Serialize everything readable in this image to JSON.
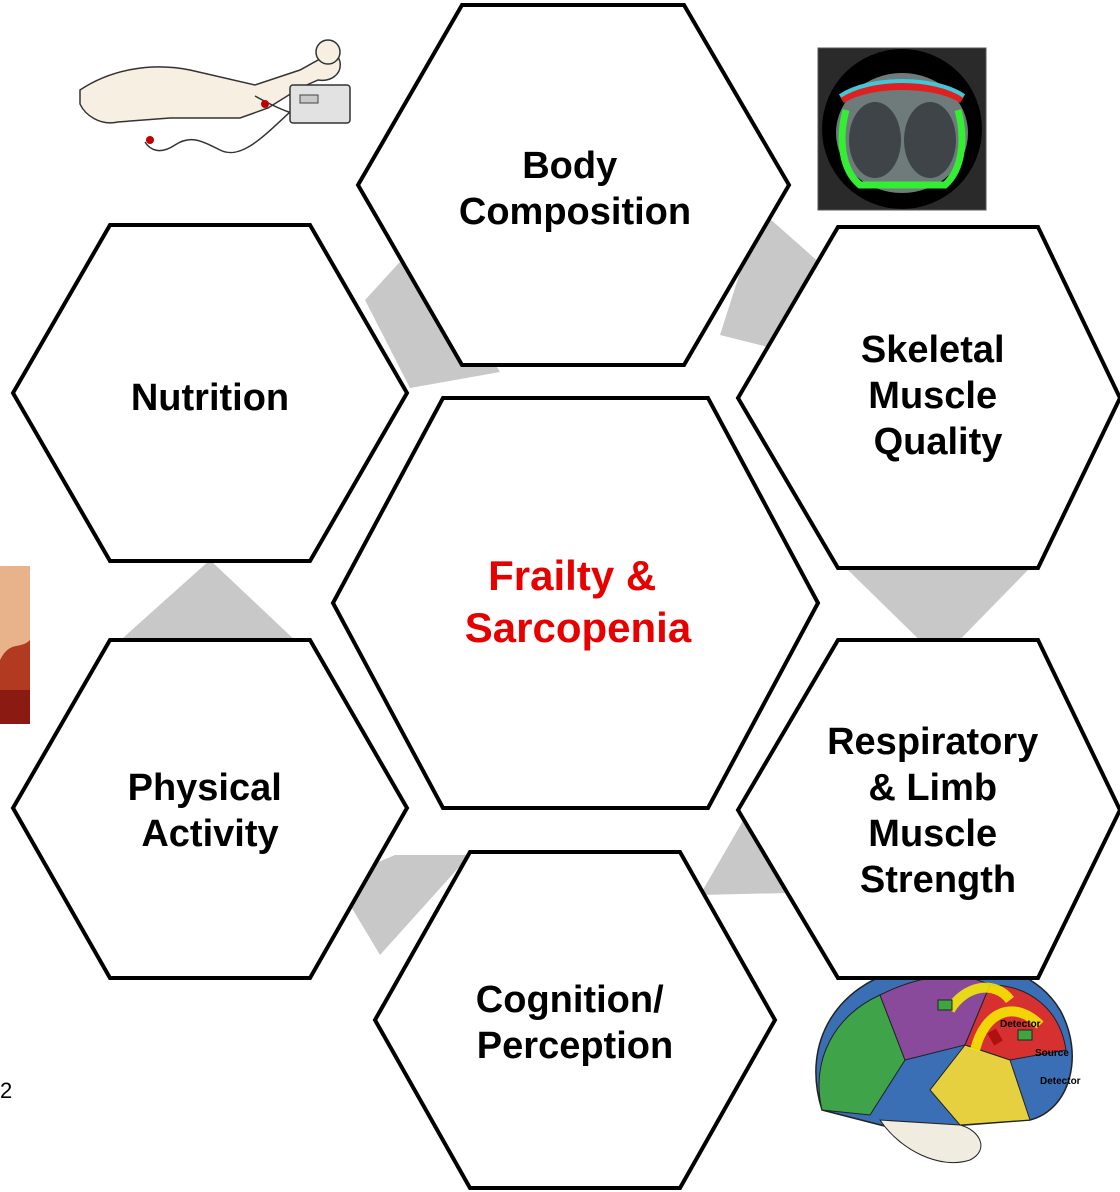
{
  "diagram": {
    "center": {
      "lines": [
        "Frailty &",
        "Sarcopenia"
      ],
      "color": "#e60000"
    },
    "nodes": [
      {
        "id": "body-composition",
        "lines": [
          "Body",
          "Composition"
        ]
      },
      {
        "id": "skeletal-muscle-quality",
        "lines": [
          "Skeletal",
          "Muscle",
          "Quality"
        ]
      },
      {
        "id": "respiratory-limb-muscle-strength",
        "lines": [
          "Respiratory",
          "& Limb",
          "Muscle",
          "Strength"
        ]
      },
      {
        "id": "cognition-perception",
        "lines": [
          "Cognition/",
          "Perception"
        ]
      },
      {
        "id": "physical-activity",
        "lines": [
          "Physical",
          "Activity"
        ]
      },
      {
        "id": "nutrition",
        "lines": [
          "Nutrition"
        ]
      }
    ],
    "connector_color": "#c8c8c8",
    "page_number": "2",
    "brain_labels": {
      "detector_top": "Detector",
      "source": "Source",
      "detector_bottom": "Detector"
    }
  }
}
